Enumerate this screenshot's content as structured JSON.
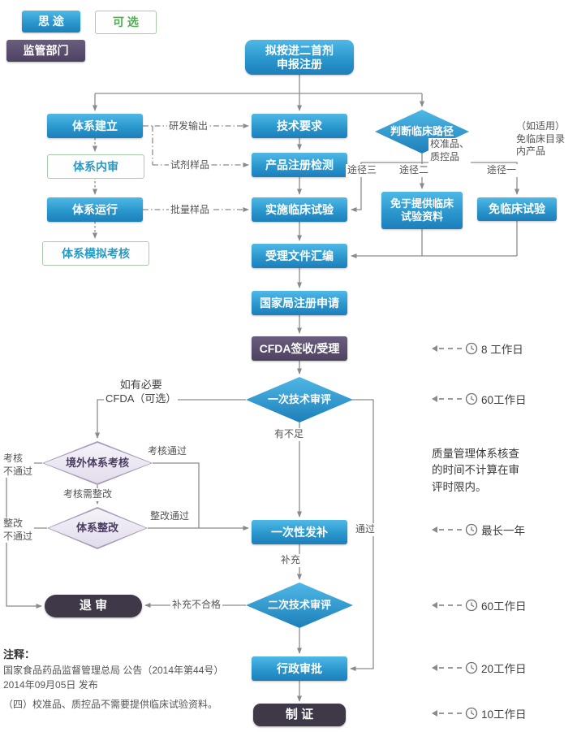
{
  "legend": {
    "situ": "思 途",
    "optional": "可 选",
    "regulator": "监管部门"
  },
  "colors": {
    "step_blue": "#2a97cd",
    "regulator_purple": "#564a68",
    "terminal_dark": "#3f3849",
    "optional_border": "#a8cba8",
    "optional_text": "#2b9ac3"
  },
  "nodes": {
    "start": "拟按进二首剂\n申报注册",
    "tixi_jianli": "体系建立",
    "tixi_neishen": "体系内审",
    "tixi_yunxing": "体系运行",
    "tixi_moni": "体系模拟考核",
    "jishu_yaoqiu": "技术要求",
    "chanpin_jiance": "产品注册检测",
    "shishi_linchuang": "实施临床试验",
    "shouli_huibian": "受理文件汇编",
    "guojiaju_shenqing": "国家局注册申请",
    "cfda_qianshou": "CFDA签收/受理",
    "yici_shenping": "一次技术审评",
    "jingwai_kaohe": "境外体系考核",
    "tixi_zhenggai": "体系整改",
    "yicixing_fabu": "一次性发补",
    "erci_shenping": "二次技术审评",
    "tuishen": "退 审",
    "xingzheng_shenpi": "行政审批",
    "zhizheng": "制 证",
    "panduan_lujing": "判断临床路径",
    "mianyu_tigong": "免于提供临床\n试验资料",
    "mian_linchuang": "免临床试验"
  },
  "edge_labels": {
    "yanfa_shuchu": "研发输出",
    "shiji_yangpin": "试剂样品",
    "piliang_yangpin": "批量样品",
    "tujing_san": "途径三",
    "tujing_er": "途径二",
    "tujing_yi": "途径一",
    "jiaozhunpin": "校准品、\n质控品",
    "rushiyong": "（如适用）\n免临床目录\n内产品",
    "ruyou_biyao": "如有必要\nCFDA（可选）",
    "kaohe_tongguo": "考核通过",
    "kaohe_butongguo": "考核\n不通过",
    "kaohe_xuzhenggai": "考核需整改",
    "zhenggai_tongguo": "整改通过",
    "zhenggai_butongguo": "整改\n不通过",
    "youbuzu": "有不足",
    "tongguo": "通过",
    "buchong": "补充",
    "buchong_buhege": "补充不合格"
  },
  "timeline": [
    {
      "label": "8 工作日"
    },
    {
      "label": "60工作日"
    },
    {
      "label": "最长一年"
    },
    {
      "label": "60工作日"
    },
    {
      "label": "20工作日"
    },
    {
      "label": "10工作日"
    }
  ],
  "side_note": "质量管理体系核查\n的时间不计算在审\n评时限内。",
  "notes": {
    "title": "注释：",
    "line1": "国家食品药品监督管理总局 公告（2014年第44号）",
    "line2": "2014年09月05日 发布",
    "line3": "（四）校准品、质控品不需要提供临床试验资料。"
  }
}
